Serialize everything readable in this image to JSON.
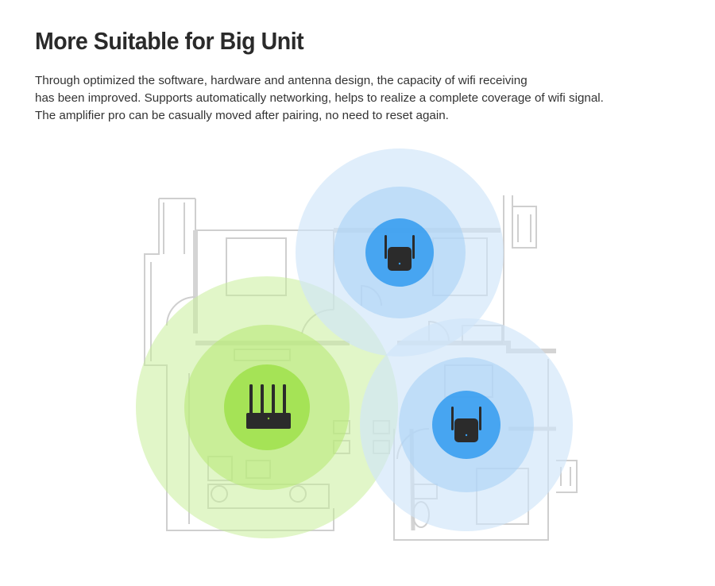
{
  "heading": "More Suitable for Big Unit",
  "description": [
    "Through optimized the software, hardware and antenna design, the capacity of wifi receiving",
    "has been improved. Supports automatically networking, helps to realize a complete coverage of wifi signal.",
    "The amplifier pro can be casually moved after pairing, no need to reset again."
  ],
  "colors": {
    "router_coverage": "#c9ef9a",
    "router_core": "#9fe04a",
    "extender_coverage": "#bddcf7",
    "extender_core": "#3a9ff0",
    "device_body": "#2b2b2b",
    "floorplan_lines": "#c8c8c8"
  },
  "devices": [
    {
      "type": "router",
      "icon": "router-icon",
      "antennas": 4
    },
    {
      "type": "extender",
      "icon": "wifi-extender-icon",
      "antennas": 2
    },
    {
      "type": "extender",
      "icon": "wifi-extender-icon",
      "antennas": 2
    }
  ]
}
